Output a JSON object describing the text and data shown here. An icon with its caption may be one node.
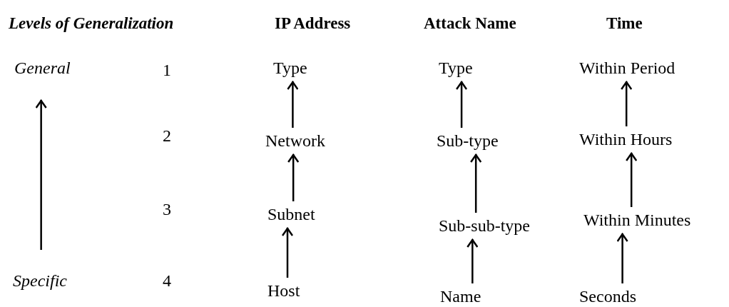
{
  "diagram": {
    "nodes": [
      {
        "text": [
          "General"
        ]
      },
      {
        "text": [
          "Type"
        ]
      },
      {
        "text": [
          "Type"
        ]
      },
      {
        "text": [
          "Within Period"
        ]
      },
      {
        "text": [
          "Network"
        ]
      },
      {
        "text": [
          "Sub-type"
        ]
      },
      {
        "text": [
          "Within Hours"
        ]
      },
      {
        "text": [
          "Subnet"
        ]
      },
      {
        "text": [
          "Sub-sub-type"
        ]
      },
      {
        "text": [
          "Within Minutes"
        ]
      },
      {
        "text": [
          "Specific"
        ]
      },
      {
        "text": [
          "Host"
        ]
      },
      {
        "text": [
          "Name"
        ]
      },
      {
        "text": [
          "Seconds"
        ]
      }
    ],
    "edges": [
      {
        "from": 10,
        "to": 0,
        "arrow": "to"
      },
      {
        "from": 4,
        "to": 1,
        "arrow": "to"
      },
      {
        "from": 7,
        "to": 4,
        "arrow": "to"
      },
      {
        "from": 11,
        "to": 7,
        "arrow": "to"
      },
      {
        "from": 5,
        "to": 2,
        "arrow": "to"
      },
      {
        "from": 8,
        "to": 5,
        "arrow": "to"
      },
      {
        "from": 12,
        "to": 8,
        "arrow": "to"
      },
      {
        "from": 6,
        "to": 3,
        "arrow": "to"
      },
      {
        "from": 9,
        "to": 6,
        "arrow": "to"
      },
      {
        "from": 13,
        "to": 9,
        "arrow": "to"
      }
    ],
    "labels": [
      "Levels of Generalization",
      "IP Address",
      "Attack Name",
      "Time",
      "1",
      "2",
      "3",
      "4"
    ]
  }
}
